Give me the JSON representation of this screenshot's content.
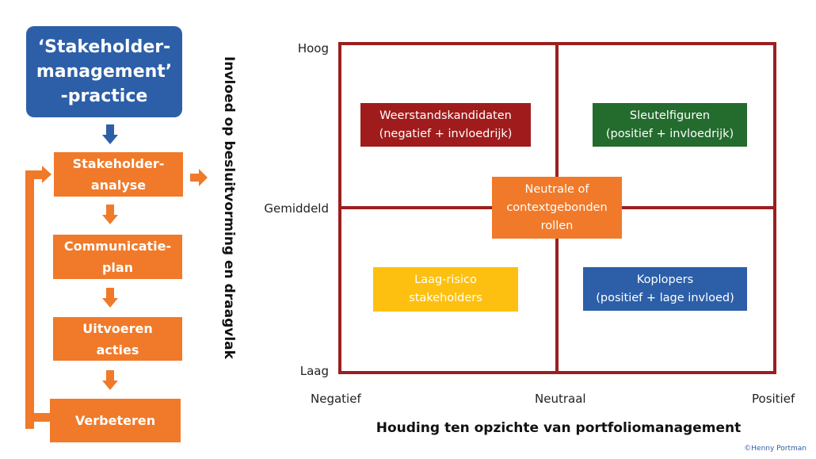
{
  "colors": {
    "practice_blue": "#2c5fa8",
    "process_orange": "#f07a2a",
    "grid_red": "#9b1f1f",
    "resistance_red": "#a01c1c",
    "key_green": "#246b2e",
    "low_risk_yellow": "#fdc010",
    "neutral_orange": "#f07a2a",
    "leaders_blue": "#2c5fa8"
  },
  "process": {
    "practice": {
      "lines": [
        "‘Stakeholder-",
        "management’",
        "-practice"
      ]
    },
    "steps": [
      {
        "lines": [
          "Stakeholder-",
          "analyse"
        ]
      },
      {
        "lines": [
          "Communicatie-",
          "plan"
        ]
      },
      {
        "lines": [
          "Uitvoeren",
          "acties"
        ]
      },
      {
        "lines": [
          "Verbeteren"
        ]
      }
    ],
    "icons": {
      "arrow_down": "arrow-down-icon",
      "arrow_right": "arrow-right-icon",
      "loop": "feedback-loop-arrow"
    }
  },
  "matrix": {
    "y_title": "Invloed op besluitvorming en draagvlak",
    "y_ticks": [
      "Hoog",
      "Gemiddeld",
      "Laag"
    ],
    "x_ticks": [
      "Negatief",
      "Neutraal",
      "Positief"
    ],
    "x_title": "Houding ten opzichte van portfoliomanagement",
    "quadrants": {
      "top_left": {
        "lines": [
          "Weerstandskandidaten",
          "(negatief + invloedrijk)"
        ]
      },
      "top_right": {
        "lines": [
          "Sleutelfiguren",
          "(positief + invloedrijk)"
        ]
      },
      "center": {
        "lines": [
          "Neutrale of",
          "contextgebonden",
          "rollen"
        ]
      },
      "bottom_left": {
        "lines": [
          "Laag-risico",
          "stakeholders"
        ]
      },
      "bottom_right": {
        "lines": [
          "Koplopers",
          "(positief + lage invloed)"
        ]
      }
    }
  },
  "footer": {
    "copyright": "©Henny Portman"
  }
}
